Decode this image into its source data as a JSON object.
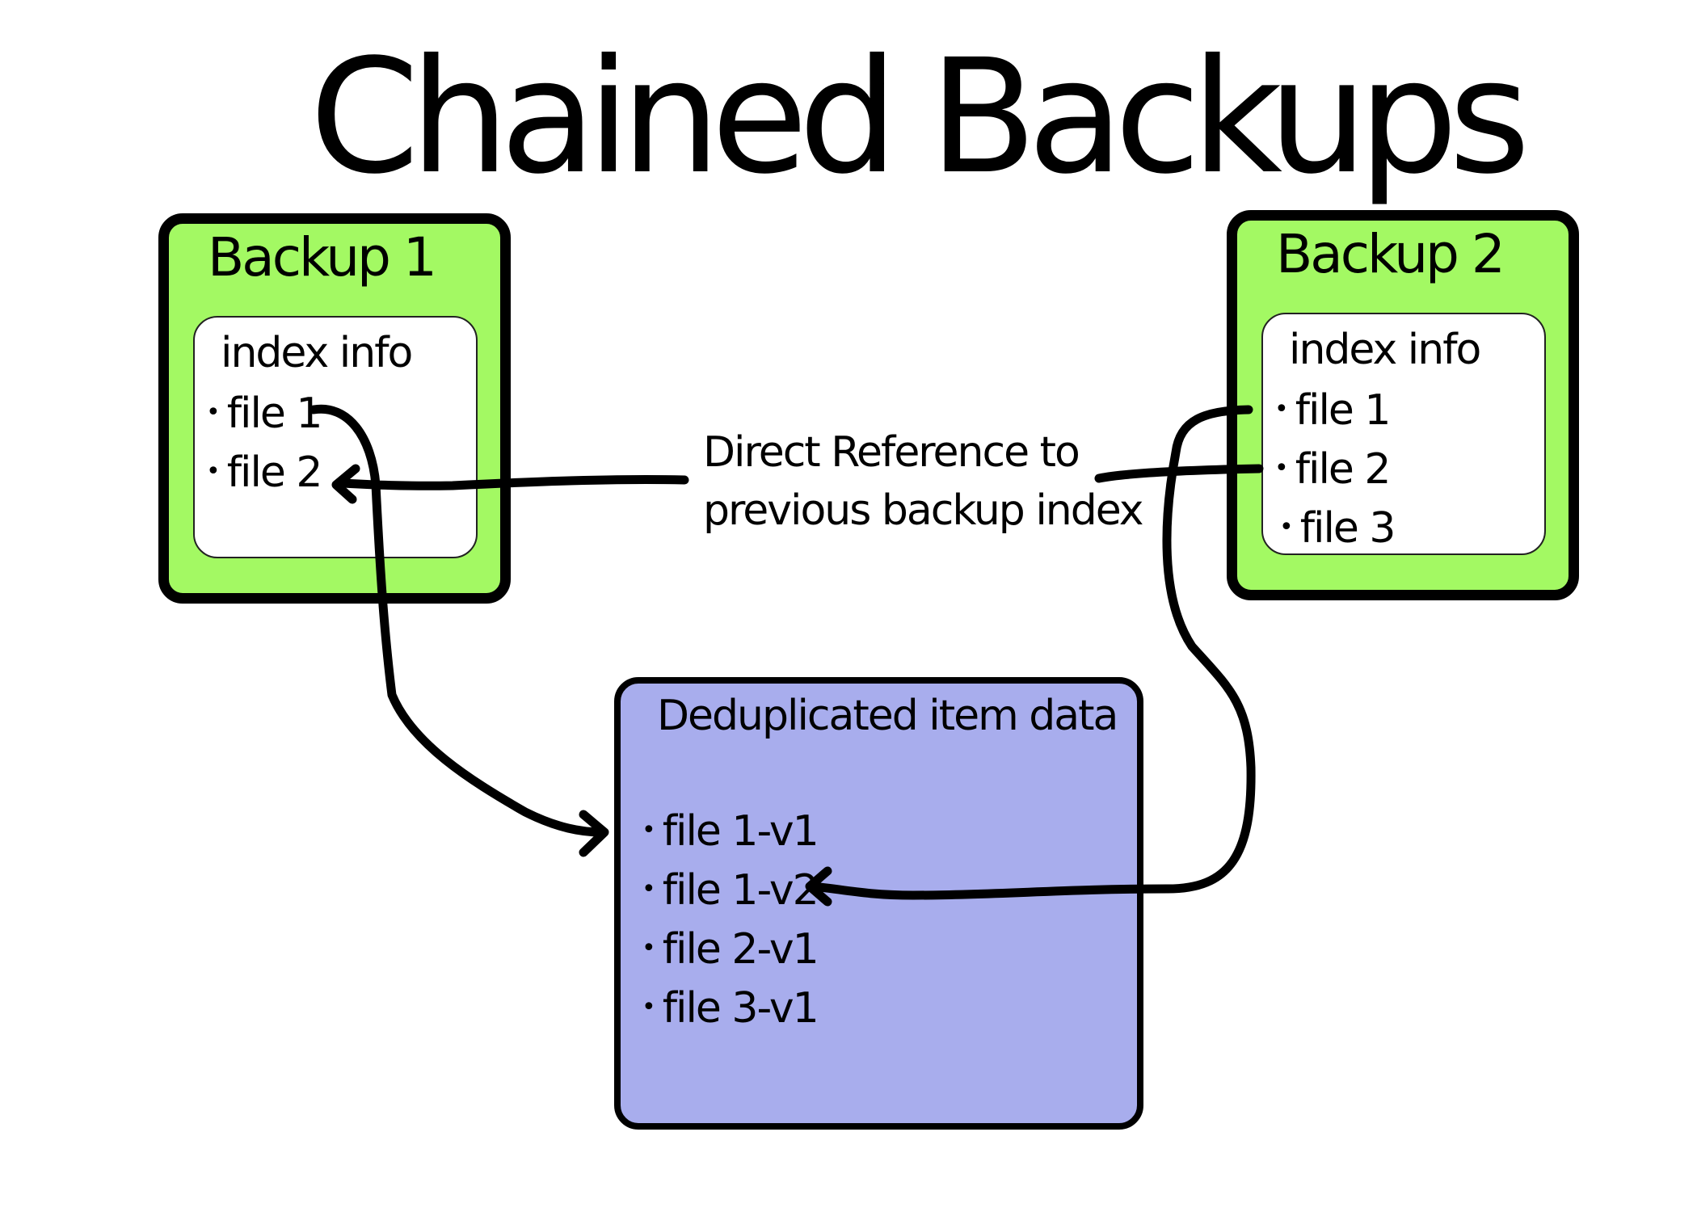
{
  "title": "Chained Backups",
  "backup1": {
    "label": "Backup 1",
    "index_title": "index info",
    "files": [
      "file 1",
      "file 2"
    ]
  },
  "backup2": {
    "label": "Backup 2",
    "index_title": "index info",
    "files": [
      "file 1",
      "file 2",
      "file 3"
    ]
  },
  "reference_label": {
    "line1": "Direct Reference to",
    "line2": "previous backup index"
  },
  "dedup": {
    "title": "Deduplicated item data",
    "items": [
      "file 1-v1",
      "file 1-v2",
      "file 2-v1",
      "file 3-v1"
    ]
  },
  "colors": {
    "backup_fill": "#a3f963",
    "dedup_fill": "#a8aded",
    "outline": "#000000"
  }
}
